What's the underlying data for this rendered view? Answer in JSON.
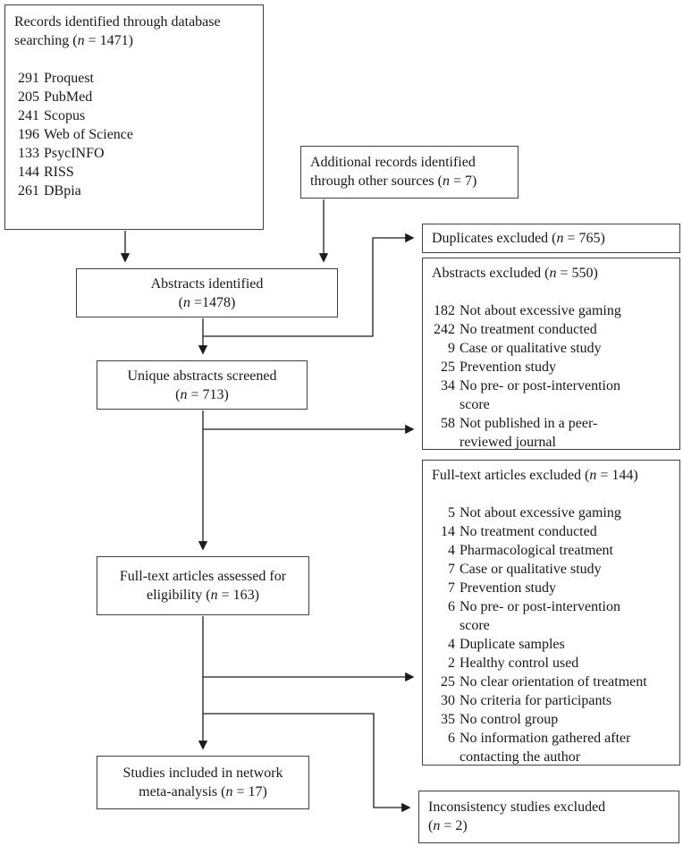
{
  "colors": {
    "background": "#ffffff",
    "box_border": "#3f3f3f",
    "text": "#181818",
    "arrow": "#1c1c1c"
  },
  "n_var": "n",
  "boxes": {
    "records": {
      "pre": "Records identified through database searching (",
      "post": " = 1471)",
      "items": [
        {
          "num": "291",
          "label": "Proquest"
        },
        {
          "num": "205",
          "label": "PubMed"
        },
        {
          "num": "241",
          "label": "Scopus"
        },
        {
          "num": "196",
          "label": "Web of Science"
        },
        {
          "num": "133",
          "label": "PsycINFO"
        },
        {
          "num": "144",
          "label": "RISS"
        },
        {
          "num": "261",
          "label": "DBpia"
        }
      ]
    },
    "additional": {
      "pre": "Additional records identified through other sources (",
      "post": " = 7)"
    },
    "abstracts_identified": {
      "line1": "Abstracts identified",
      "pre": "(",
      "post": " =1478)"
    },
    "duplicates_excluded": {
      "pre": "Duplicates excluded (",
      "post": " = 765)"
    },
    "abstracts_excluded": {
      "pre": "Abstracts excluded (",
      "post": " = 550)",
      "items": [
        {
          "num": "182",
          "label": "Not about excessive gaming"
        },
        {
          "num": "242",
          "label": "No treatment conducted"
        },
        {
          "num": "9",
          "label": "Case or qualitative study"
        },
        {
          "num": "25",
          "label": "Prevention study"
        },
        {
          "num": "34",
          "label": "No pre- or post-intervention\nscore"
        },
        {
          "num": "58",
          "label": "Not published in a peer-\nreviewed journal"
        }
      ]
    },
    "unique_abstracts": {
      "line1": "Unique abstracts screened",
      "pre": "(",
      "post": " = 713)"
    },
    "fulltext_assessed": {
      "line1": "Full-text articles assessed for",
      "pre": "eligibility (",
      "post": " = 163)"
    },
    "fulltext_excluded": {
      "pre": "Full-text articles excluded (",
      "post": " = 144)",
      "items": [
        {
          "num": "5",
          "label": "Not about excessive gaming"
        },
        {
          "num": "14",
          "label": "No treatment conducted"
        },
        {
          "num": "4",
          "label": "Pharmacological treatment"
        },
        {
          "num": "7",
          "label": "Case or qualitative study"
        },
        {
          "num": "7",
          "label": "Prevention study"
        },
        {
          "num": "6",
          "label": "No pre- or post-intervention\nscore"
        },
        {
          "num": "4",
          "label": "Duplicate samples"
        },
        {
          "num": "2",
          "label": "Healthy control used"
        },
        {
          "num": "25",
          "label": "No clear orientation of treatment"
        },
        {
          "num": "30",
          "label": "No criteria for participants"
        },
        {
          "num": "35",
          "label": "No control group"
        },
        {
          "num": "6",
          "label": "No information gathered after\ncontacting the author"
        }
      ]
    },
    "studies_included": {
      "line1": "Studies included in network",
      "pre": "meta-analysis (",
      "post": " = 17)"
    },
    "inconsistency_excluded": {
      "line1": "Inconsistency studies excluded",
      "pre": "(",
      "post": " = 2)"
    }
  }
}
